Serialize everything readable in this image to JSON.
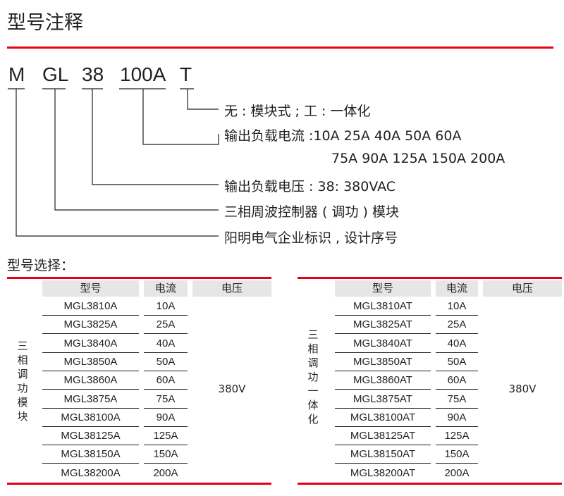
{
  "title": "型号注释",
  "code_parts": [
    "M",
    "GL",
    "38",
    "100A",
    "T"
  ],
  "descriptions": [
    "无 : 模块式 ; 工 : 一体化",
    "输出负载电流 :10A 25A 40A 50A 60A",
    "75A 90A 125A 150A 200A",
    "输出负载电压 : 38: 380VAC",
    "三相周波控制器 ( 调功 ) 模块",
    "阳明电气企业标识 , 设计序号"
  ],
  "selection_title": "型号选择：",
  "headers": {
    "model": "型号",
    "current": "电流",
    "voltage": "电压"
  },
  "tables": [
    {
      "label": [
        "三",
        "相",
        "调",
        "功",
        "模",
        "块"
      ],
      "voltage": "380V",
      "rows": [
        [
          "MGL3810A",
          "10A"
        ],
        [
          "MGL3825A",
          "25A"
        ],
        [
          "MGL3840A",
          "40A"
        ],
        [
          "MGL3850A",
          "50A"
        ],
        [
          "MGL3860A",
          "60A"
        ],
        [
          "MGL3875A",
          "75A"
        ],
        [
          "MGL38100A",
          "90A"
        ],
        [
          "MGL38125A",
          "125A"
        ],
        [
          "MGL38150A",
          "150A"
        ],
        [
          "MGL38200A",
          "200A"
        ]
      ]
    },
    {
      "label": [
        "三",
        "相",
        "调",
        "功",
        "一",
        "体",
        "化"
      ],
      "voltage": "380V",
      "rows": [
        [
          "MGL3810AT",
          "10A"
        ],
        [
          "MGL3825AT",
          "25A"
        ],
        [
          "MGL3840AT",
          "40A"
        ],
        [
          "MGL3850AT",
          "50A"
        ],
        [
          "MGL3860AT",
          "60A"
        ],
        [
          "MGL3875AT",
          "75A"
        ],
        [
          "MGL38100AT",
          "90A"
        ],
        [
          "MGL38125AT",
          "125A"
        ],
        [
          "MGL38150AT",
          "150A"
        ],
        [
          "MGL38200AT",
          "200A"
        ]
      ]
    }
  ],
  "colors": {
    "accent": "#e60012",
    "header_bg": "#e6e6e6"
  }
}
